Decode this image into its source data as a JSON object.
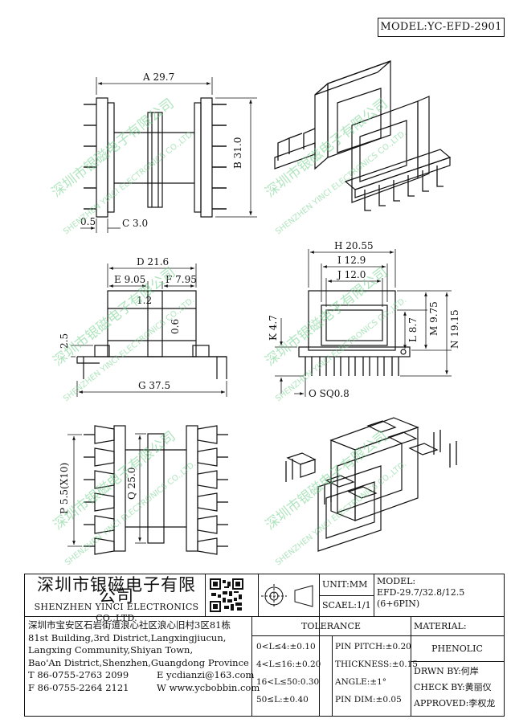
{
  "model_label": "MODEL:YC-EFD-2901",
  "dims": {
    "A": "A 29.7",
    "B": "B 31.0",
    "C": "C 3.0",
    "c05": "0.5",
    "D": "D 21.6",
    "E": "E 9.05",
    "F": "F 7.95",
    "d12": "1.2",
    "d06": "0.6",
    "d25": "2.5",
    "G": "G 37.5",
    "H": "H 20.55",
    "I": "I 12.9",
    "J": "J 12.0",
    "K": "K 4.7",
    "L": "L 8.7",
    "M": "M 9.75",
    "N": "N 19.15",
    "O": "O SQ0.8",
    "P": "P 5.5(X10)",
    "Q": "Q 25.0"
  },
  "watermark": {
    "cn": "深圳市银磁电子有限公司",
    "en": "SHENZHEN YINCI ELECTRONICS CO.,LTD."
  },
  "title_block": {
    "company_cn": "深圳市银磁电子有限公司",
    "company_en": "SHENZHEN YINCI ELECTRONICS CO.,LTD.",
    "unit": "UNIT:MM",
    "scale": "SCAEL:1/1",
    "model_heading": "MODEL:",
    "model_value": "EFD-29.7/32.8/12.5",
    "model_pins": "(6+6PIN)",
    "address": [
      "深圳市宝安区石岩街道浪心社区浪心旧村3区81栋",
      "81st Building,3rd District,Langxingjiucun,",
      "Langxing Community,Shiyan Town,",
      "Bao'An District,Shenzhen,Guangdong Province"
    ],
    "tel": "T 86-0755-2763 2099",
    "email": "E ycdianzi@163.com",
    "fax": "F 86-0755-2264 2121",
    "web": "W www.ycbobbin.com",
    "tolerance_heading": "TOLERANCE",
    "tolerances_left": [
      "0<L≤4:±0.10",
      "4<L≤16:±0.20",
      "16<L≤50:0.30",
      "50≤L:±0.40"
    ],
    "tolerances_right": [
      "PIN PITCH:±0.20",
      "THICKNESS:±0.15",
      "ANGLE:±1°",
      "PIN DIM:±0.05"
    ],
    "material_heading": "MATERIAL:",
    "material_value": "PHENOLIC",
    "drawn": "DRWN BY:何岸",
    "check": "CHECK BY:黄丽仪",
    "approved": "APPROVED:李权龙"
  }
}
